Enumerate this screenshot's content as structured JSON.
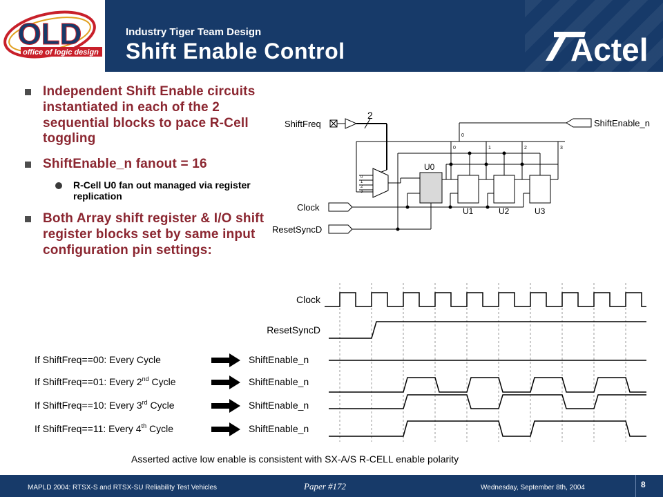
{
  "header": {
    "subtitle": "Industry Tiger Team Design",
    "title": "Shift Enable Control",
    "logo_left": {
      "big_text": "OLD",
      "tagline": "office of logic design",
      "icon": "old-logo-icon"
    },
    "logo_right": {
      "text": "Actel",
      "icon": "actel-logo-icon"
    }
  },
  "bullets": [
    {
      "text": "Independent Shift Enable circuits instantiated in each of the 2 sequential blocks to pace R-Cell toggling",
      "sub": []
    },
    {
      "text": "ShiftEnable_n fanout = 16",
      "sub": [
        {
          "text": "R-Cell U0 fan out managed via register replication"
        }
      ]
    },
    {
      "text": "Both Array shift register & I/O shift register blocks set by same input configuration pin settings:",
      "sub": []
    }
  ],
  "schematic": {
    "shiftfreq": "ShiftFreq",
    "bus_width": "2",
    "shift_enable_out": "ShiftEnable_n",
    "clock": "Clock",
    "reset": "ResetSyncD",
    "mux_inputs": [
      "0",
      "1",
      "2",
      "3"
    ],
    "tap_labels": [
      "0",
      "0",
      "1",
      "2",
      "3"
    ],
    "regs": [
      "U0",
      "U1",
      "U2",
      "U3"
    ]
  },
  "timing": {
    "clock_label": "Clock",
    "reset_label": "ResetSyncD",
    "rows": [
      {
        "cond": "If ShiftFreq==00: Every Cycle",
        "out": "ShiftEnable_n"
      },
      {
        "cond_pre": "If ShiftFreq==01: Every 2",
        "sup": "nd",
        "cond_post": " Cycle",
        "out": "ShiftEnable_n"
      },
      {
        "cond_pre": "If ShiftFreq==10: Every 3",
        "sup": "rd",
        "cond_post": " Cycle",
        "out": "ShiftEnable_n"
      },
      {
        "cond_pre": "If ShiftFreq==11: Every 4",
        "sup": "th",
        "cond_post": " Cycle",
        "out": "ShiftEnable_n"
      }
    ],
    "note": "Asserted active low enable is consistent with SX-A/S R-CELL enable polarity"
  },
  "footer": {
    "left": "MAPLD 2004: RTSX-S and RTSX-SU Reliability Test Vehicles",
    "paper": "Paper #172",
    "right": "Wednesday, September 8th, 2004",
    "page": "8"
  },
  "colors": {
    "header_bg": "#173a69",
    "bullet_text": "#8b2630",
    "logo_red": "#c8202a"
  }
}
